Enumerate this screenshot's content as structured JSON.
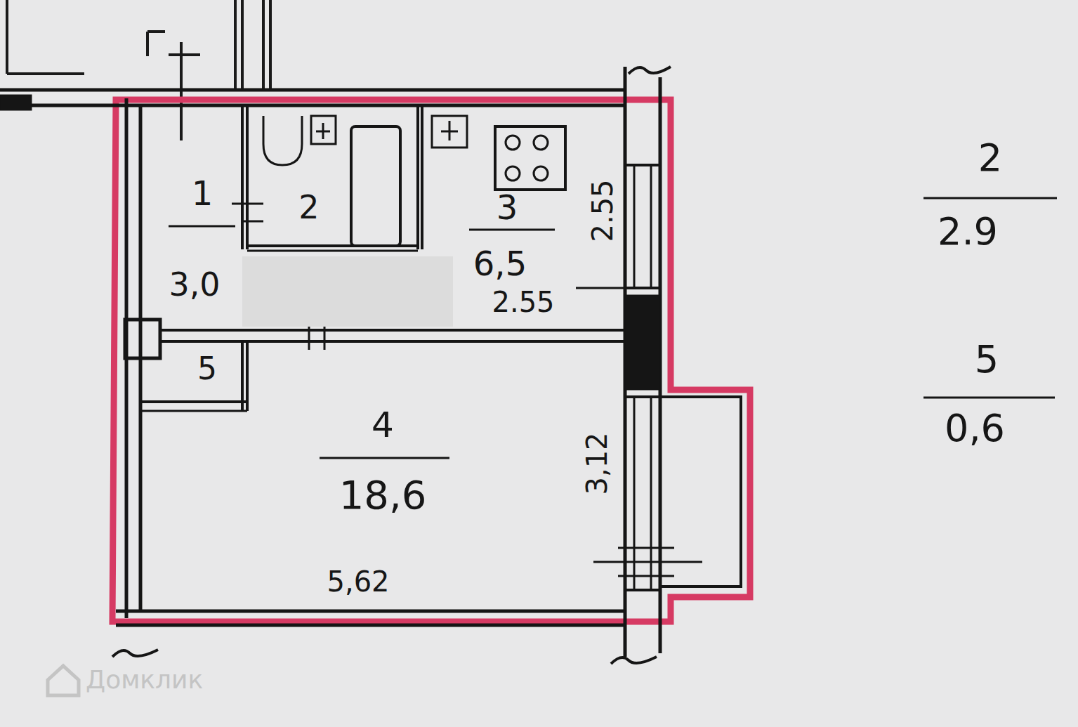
{
  "diagram": {
    "nodes": [
      {
        "text": [
          "1",
          "3,0"
        ]
      },
      {
        "text": [
          "2"
        ]
      },
      {
        "text": [
          "3",
          "6,5",
          "2.55",
          "2.55"
        ]
      },
      {
        "text": [
          "5"
        ]
      },
      {
        "text": [
          "4",
          "18,6",
          "5,62",
          "3,12"
        ]
      }
    ],
    "labels": [
      "2",
      "2.9",
      "5",
      "0,6",
      "Домклик"
    ]
  }
}
